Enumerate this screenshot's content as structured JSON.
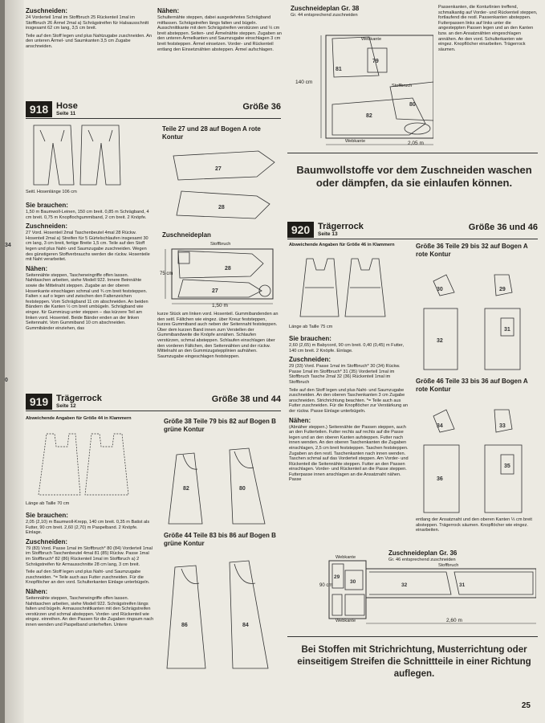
{
  "page_number": "25",
  "margin_fragments": [
    "34",
    "0"
  ],
  "col1_top": {
    "heading": "Zuschneiden:",
    "p1": "24 Vorderteil 1mal im Stoffbruch 25 Rückenteil 1mal im Stoffbruch 26 Ärmel 2mal a) Schrägstreifen für Halsausschnitt insgesamt 62 cm lang, 3,5 cm breit.",
    "p2": "Teile auf den Stoff legen und plus Nahtzugabe zuschneiden. An den unteren Ärmel- und Saumkanten 3,5 cm Zugabe anschneiden."
  },
  "col2_top": {
    "heading": "Nähen:",
    "p1": "Schulternähte steppen, dabei ausgedehntes Schrägband mitfassen. Schrägstreifen längs falten und bügeln. Ausschnittkante mit dem Schrägstreifen verstürzen und ⅓ cm breit absteppen. Seiten- und Ärmelnähte steppen. Zugaben an den unteren Ärmelkanten und Saumzugabe einschlagen 3 cm breit feststeppen. Ärmel einsetzen. Vorder- und Rückenteil entlang den Einsetznähten absteppen. Ärmel aufschlagen."
  },
  "p918": {
    "number": "918",
    "name": "Hose",
    "seite": "Seite 11",
    "size": "Größe 36",
    "length_note": "Seitl. Hosenlänge 106 cm",
    "sie_brauchen_h": "Sie brauchen:",
    "sie_brauchen": "1,50 m Baumwoll-Leinen, 150 cm breit. 0,85 m Schrägband, 4 cm breit. 0,75 m Knopflochgummiband, 2 cm breit. 2 Knöpfe.",
    "zuschneiden_h": "Zuschneiden:",
    "zuschneiden": "27 Vord. Hosenteil 2mal Taschenbeutel 4mal 28 Rückw. Hosenteil 2mal a) Streifen für 5 Gürtelschlaufen insgesamt 30 cm lang, 3 cm breit, fertige Breite 1,5 cm. Teile auf den Stoff legen und plus Naht- und Saumzugabe zuschneiden. Wegen des günstigeren Stoffverbrauchs werden die rückw. Hosenteile mit Naht verarbeitet.",
    "naehen_h": "Nähen:",
    "naehen": "Seitennähte steppen, Tascheneingriffe offen lassen. Nahttaschen arbeiten, siehe Modell 922. Innere Beinnähte sowie die Mittelnaht steppen. Zugabe an der oberen Hosenkante einschlagen schmal und ¾ cm breit feststeppen. Falten x auf o legen und zwischen den Faltenzeichen feststeppen. Vom Schrägband 11 cm abschneiden. An beiden Bändern die Kanten ½ cm breit umbügeln. Schrägband wie eingez. für Gummizug unter steppen – das kürzere Teil am linken vord. Hosenteil. Beide Bänder enden an der linken Seitennaht. Vom Gummiband 10 cm abschneiden. Gummibänder einziehen, das",
    "teile_label": "Teile 27 und 28 auf Bogen A rote Kontur",
    "plan_title": "Zuschneideplan",
    "plan_fold": "Stoffbruch",
    "plan_width": "1,50 m",
    "plan_height": "75 cm",
    "continued": "kurze Stück am linken vord. Hosenteil. Gummibandenden an den seitl. Fältchen wie eingez. über Kreuz feststeppen, kurzes Gummiband auch neben der Seitennaht feststeppen. Über dem kurzen Band innen zum Verstellen der Gummibandweite die Knöpfe annähen. Schlaufen verstürzen, schmal absteppen. Schlaufen einschlagen über den vorderen Fältchen, den Seitennähten und der rückw. Mittelnaht an den Gummizugstepplinien aufnähen. Saumzugabe eingeschlagen feststeppen."
  },
  "p919": {
    "number": "919",
    "name": "Trägerrock",
    "seite": "Seite 12",
    "size": "Größe 38 und 44",
    "deviation": "Abweichende Angaben für Größe 44 in Klammern",
    "length_note": "Länge ab Taille 70 cm",
    "sie_brauchen_h": "Sie brauchen:",
    "sie_brauchen": "2,05 (2,10) m Baumwoll-Krepp, 140 cm breit. 0,35 m Batist als Futter, 90 cm breit. 2,60 (2,70) m Paspelband. 2 Knöpfe. Einlage.",
    "zuschneiden_h": "Zuschneiden:",
    "zuschneiden": "79 (83) Vord. Passe 1mal im Stoffbruch* 80 (84) Vorderteil 1mal im Stoffbruch Taschenbeutel 4mal 81 (85) Rückw. Passe 1mal im Stoffbruch* 82 (86) Rückenteil 1mal im Stoffbruch a) 2 Schrägstreifen für Armausschnitte 28 cm lang, 3 cm breit.",
    "zuschneiden2": "Teile auf den Stoff legen und plus Naht- und Saumzugabe zuschneiden. *= Teile auch aus Futter zuschneiden. Für die Knopflöcher an den vord. Schulterkanten Einlage unterbügeln.",
    "naehen_h": "Nähen:",
    "naehen": "Seitennähte steppen, Tascheneingriffe offen lassen. Nahttaschen arbeiten, siehe Modell 922. Schrägstreifen längs falten und bügeln. Armausschnittkanten mit den Schrägstreifen verstürzen und schmal absteppen. Vorder- und Rückenteil wie eingez. einreihen. An den Passen für die Zugaben ringsum nach innen wenden und Paspelband unterheften. Untere",
    "size38_label": "Größe 38 Teile 79 bis 82 auf Bogen B grüne Kontur",
    "size44_label": "Größe 44 Teile 83 bis 86 auf Bogen B grüne Kontur"
  },
  "col3_top": {
    "plan_title": "Zuschneideplan Gr. 38",
    "plan_sub": "Gr. 44 entsprechend zuschneiden",
    "webkante": "Webkante",
    "fold": "Stoffbruch",
    "width": "2,05 m",
    "height": "140 cm",
    "text": "Passenkanten, die Konturlinien treffend, schmalkantig auf Vorder- und Rückenteil steppen, fortlaufend die restl. Passenkanten absteppen. Futterpassen links auf links unter die angesteppten Passen legen und an den Kanten bzw. an den Ansatznähten eingeschlagen annähen. An den vord. Schulterkanten wie eingez. Knopflöcher einarbeiten. Träger­rock säumen."
  },
  "callouts": [
    "Baumwollstoffe vor dem Zuschneiden waschen oder dämpfen, da sie einlaufen können.",
    "Bei Stoffen mit Strichrichtung, Musterrichtung oder einseitigem Streifen die Schnittteile in einer Richtung auflegen."
  ],
  "p920": {
    "number": "920",
    "name": "Trägerrock",
    "seite": "Seite 13",
    "size": "Größe 36 und 46",
    "deviation": "Abweichende Angaben für Größe 46 in Klammern",
    "length_note": "Länge ab Taille 75 cm",
    "sie_brauchen_h": "Sie brauchen:",
    "sie_brauchen": "2,60 (2,65) m Babycord, 90 cm breit. 0,40 (0,45) m Futter, 140 cm breit. 2 Knöpfe. Einlage.",
    "zuschneiden_h": "Zuschneiden:",
    "zuschneiden": "29 (33) Vord. Passe 1mal im Stoffbruch* 30 (34) Rückw. Passe 1mal im Stoffbruch* 31 (35) Vorderteil 1mal im Stoffbruch Tasche 2mal 32 (36) Rückenteil 1mal im Stoffbruch",
    "zuschneiden2": "Teile auf den Stoff legen und plus Naht- und Saumzugabe zuschneiden. An den oberen Taschenkanten 3 cm Zugabe anschneiden. Strichrichtung beachten. *= Teile auch aus Futter zuschneiden. Für die Knopflöcher zur Verstärkung an der rückw. Passe Einlage unterbügeln.",
    "naehen_h": "Nähen:",
    "naehen": "(Abnäher steppen.) Seitennähte der Passen steppen, auch an den Futterteilen. Futter rechts auf rechts auf die Passe legen und an den oberen Kanten aufsteppen. Futter nach innen wenden. An den oberen Taschenkanten die Zugaben einschlagen, 2,5 cm breit feststeppen. Taschen feststeppen. Zugaben an den restl. Taschenkanten nach innen wenden. Taschen schmal auf das Vorderteil steppen. Am Vorder- und Rückenteil die Seitennähte steppen. Futter an den Passen einschlagen. Vorder- und Rückenteil an die Passe steppen. Futterpasse innen anschlagen an die Ansatznaht nähen. Passe",
    "size36_label": "Größe 36 Teile 29 bis 32 auf Bogen A rote Kontur",
    "size46_label": "Größe 46 Teile 33 bis 36 auf Bogen A rote Kontur",
    "right_note": "entlang der Ansatznaht und den oberen Kanten ⅓ cm breit absteppen. Trägerrock säumen. Knopflöcher wie eingez. einarbeiten.",
    "plan_title": "Zuschneideplan Gr. 36",
    "plan_sub": "Gr. 46 entsprechend zuschneiden",
    "plan_width": "2,60 m",
    "plan_height": "90 cm"
  }
}
